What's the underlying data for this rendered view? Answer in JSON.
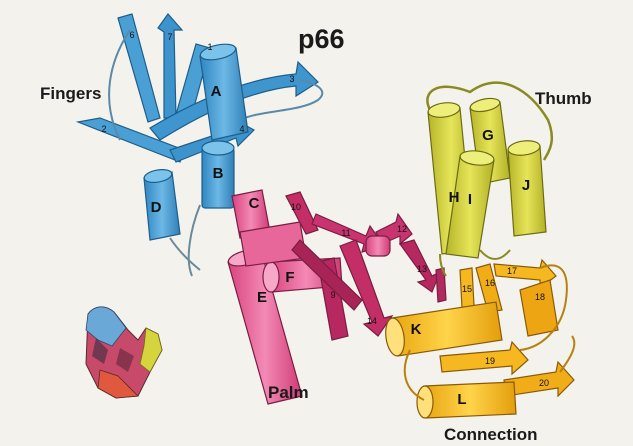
{
  "diagram": {
    "title": "p66",
    "domains": {
      "fingers": "Fingers",
      "thumb": "Thumb",
      "palm": "Palm",
      "connection": "Connection"
    },
    "helices": {
      "A": "A",
      "B": "B",
      "C": "C",
      "D": "D",
      "E": "E",
      "F": "F",
      "G": "G",
      "H": "H",
      "I": "I",
      "J": "J",
      "K": "K",
      "L": "L"
    },
    "strands": {
      "s1": "1",
      "s2": "2",
      "s3": "3",
      "s4": "4",
      "s6": "6",
      "s7": "7",
      "s9": "9",
      "s10": "10",
      "s11": "11",
      "s12": "12",
      "s13": "13",
      "s14": "14",
      "s15": "15",
      "s16": "16",
      "s17": "17",
      "s18": "18",
      "s19": "19",
      "s20": "20"
    },
    "colors": {
      "fingers": "#4a9fd4",
      "palm": "#d83a7a",
      "palm_helix": "#ec6aa0",
      "thumb": "#cfcf3c",
      "connection": "#f5b820",
      "background": "#f4f2ec"
    }
  }
}
